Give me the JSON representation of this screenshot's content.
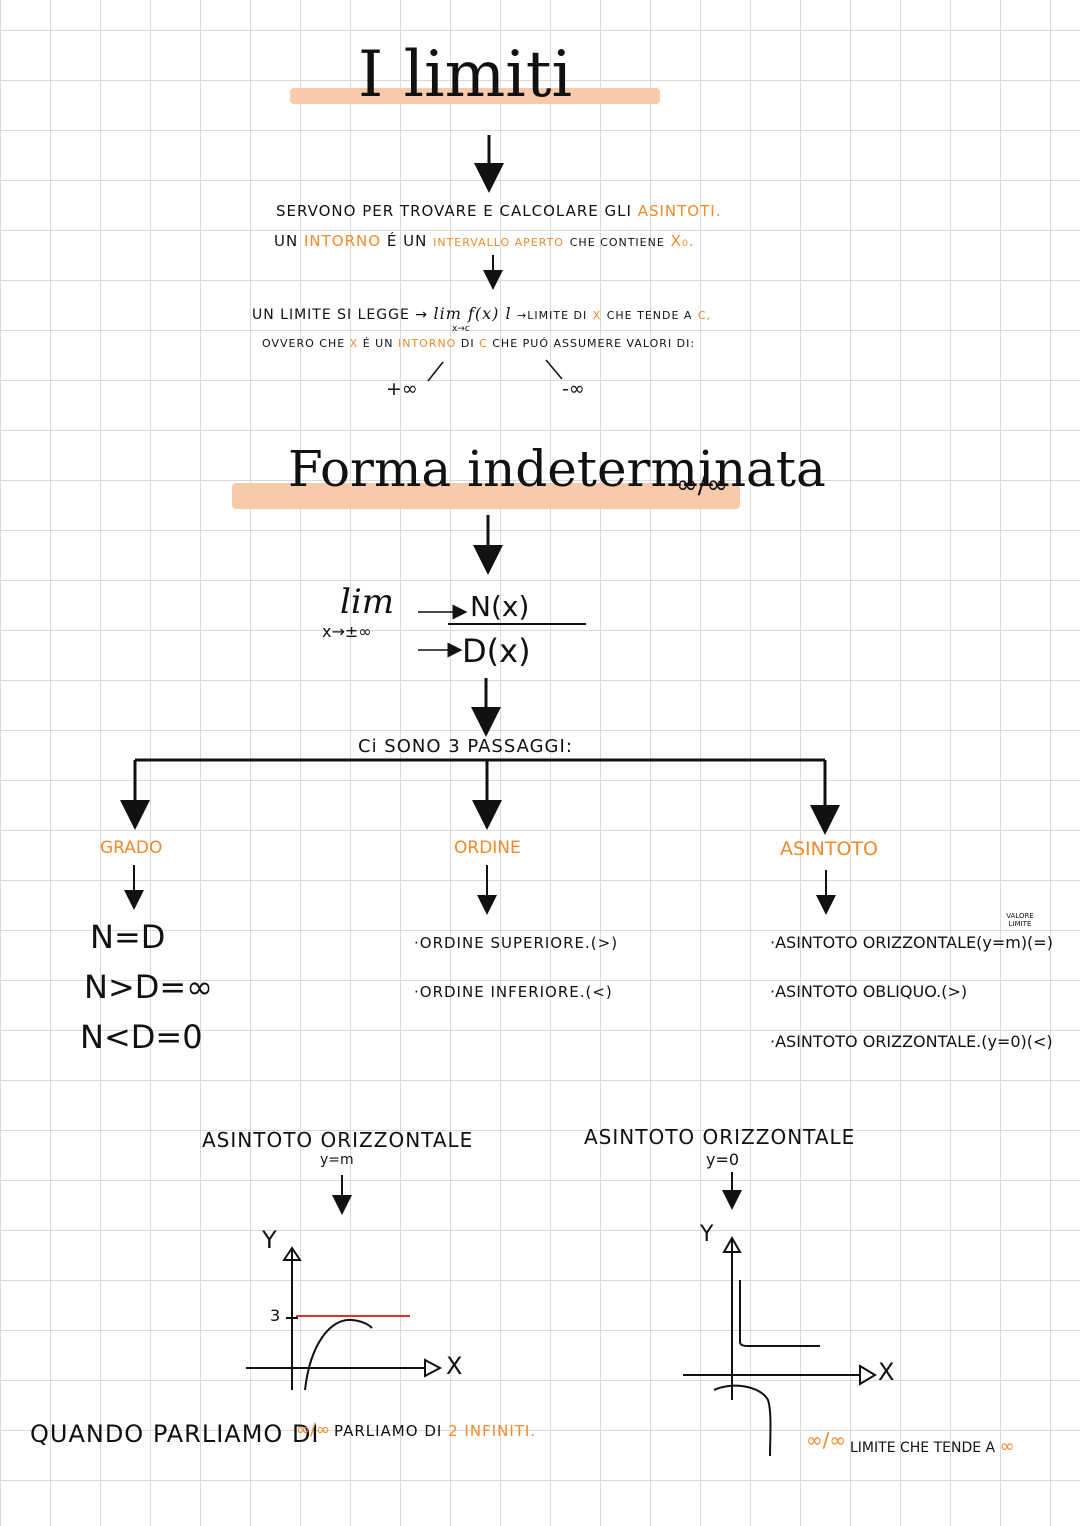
{
  "title": "I limiti",
  "intro": {
    "line1_a": "SERVONO PER TROVARE E CALCOLARE GLI",
    "line1_b": "ASINTOTI.",
    "line2_a": "UN",
    "line2_b": "INTORNO",
    "line2_c": "É UN",
    "line2_d": "INTERVALLO APERTO",
    "line2_e": "CHE CONTIENE",
    "line2_f": "X₀."
  },
  "limit_def": {
    "line1_a": "UN LIMITE SI LEGGE →",
    "formula": "lim f(x) l",
    "sub": "x→c",
    "line1_b": "→LIMITE DI",
    "line1_x": "X",
    "line1_c": "CHE TENDE A",
    "line1_cc": "C,",
    "line2_a": "OVVERO CHE",
    "line2_x": "X",
    "line2_b": "É UN",
    "line2_c": "INTORNO",
    "line2_d": "DI",
    "line2_e": "C",
    "line2_f": "CHE PUÓ ASSUMERE VALORI DI:",
    "plus_inf": "+∞",
    "minus_inf": "-∞"
  },
  "subtitle": "Forma indeterminata",
  "subtitle_frac": "∞/∞",
  "lim_expr": {
    "lim": "lim",
    "sub": "x→±∞",
    "num": "N(x)",
    "den": "D(x)"
  },
  "steps_label": "Ci SONO 3 PASSAGGI:",
  "branches": {
    "grado": {
      "label": "GRADO",
      "items": [
        "N=D",
        "N>D=∞",
        "N<D=0"
      ]
    },
    "ordine": {
      "label": "ORDINE",
      "items": [
        "·ORDINE SUPERIORE.(>)",
        "·ORDINE INFERIORE.(<)"
      ]
    },
    "asintoto": {
      "label": "ASINTOTO",
      "items": [
        "·ASINTOTO ORIZZONTALE(y=m)(=)",
        "·ASINTOTO OBLIQUO.(>)",
        "·ASINTOTO ORIZZONTALE.(y=0)(<)"
      ],
      "note": "VALORE LIMITE"
    }
  },
  "graph_left": {
    "title": "ASINTOTO ORIZZONTALE",
    "eq": "y=m",
    "y_label": "Y",
    "x_label": "X",
    "tick": "3"
  },
  "graph_right": {
    "title": "ASINTOTO ORIZZONTALE",
    "eq": "y=0",
    "y_label": "Y",
    "x_label": "X"
  },
  "footer": {
    "text_a": "QUANDO PARLIAMO DI",
    "frac": "∞/∞",
    "text_b": "PARLIAMO DI",
    "num": "2",
    "text_c": "INFINITI.",
    "right_frac": "∞/∞",
    "right_text": "LIMITE CHE TENDE A",
    "right_inf": "∞"
  },
  "colors": {
    "accent": "#f08a2a",
    "highlight": "#f6c7a6",
    "asymptote": "#e03030",
    "grid": "#d9d9d9"
  }
}
